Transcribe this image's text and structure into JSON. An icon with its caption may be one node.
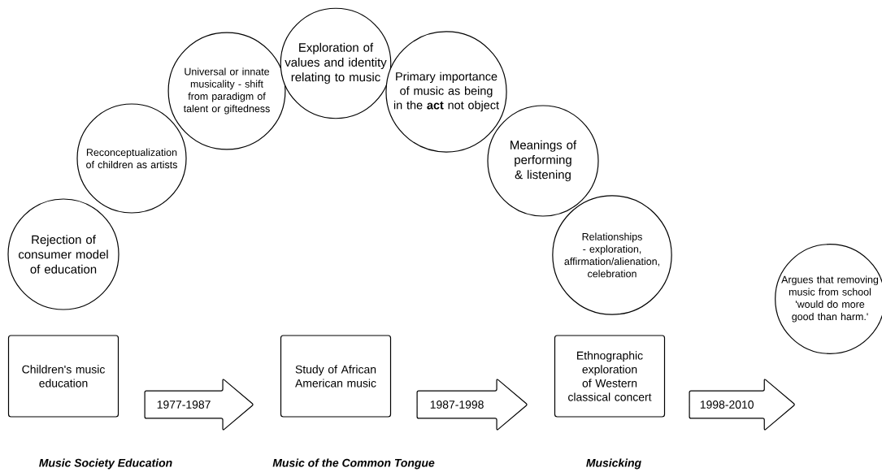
{
  "diagram": {
    "nodes": [
      {
        "text": [
          "Rejection of consumer model of education"
        ]
      },
      {
        "text": [
          "Reconceptualization of children as artists"
        ]
      },
      {
        "text": [
          "Universal or innate musicality - shift from paradigm  of talent or giftedness"
        ]
      },
      {
        "text": [
          "Exploration of values and identity relating to music"
        ]
      },
      {
        "text": [
          "Primary importance of music as being in the **act** not object"
        ]
      },
      {
        "text": [
          "Meanings of performing & listening"
        ]
      },
      {
        "text": [
          "Relationships - exploration, affirmation/alienation, celebration"
        ]
      },
      {
        "text": [
          "Children's music education"
        ]
      },
      {
        "text": [
          "Study of African American music"
        ]
      },
      {
        "text": [
          "Ethnographic exploration of Western classical concert"
        ]
      },
      {
        "text": [
          "Argues that removing music from school 'would do more good than harm.'"
        ]
      }
    ],
    "edges": [
      {
        "from": 7,
        "to": 8,
        "arrow": "to",
        "label": "1977-1987"
      },
      {
        "from": 8,
        "to": 9,
        "arrow": "to",
        "label": "1987-1998"
      },
      {
        "from": 9,
        "to": 10,
        "arrow": "to",
        "label": "1998-2010"
      }
    ],
    "labels": [
      "Music Society Education",
      "Music of the Common Tongue",
      "Musicking"
    ]
  }
}
